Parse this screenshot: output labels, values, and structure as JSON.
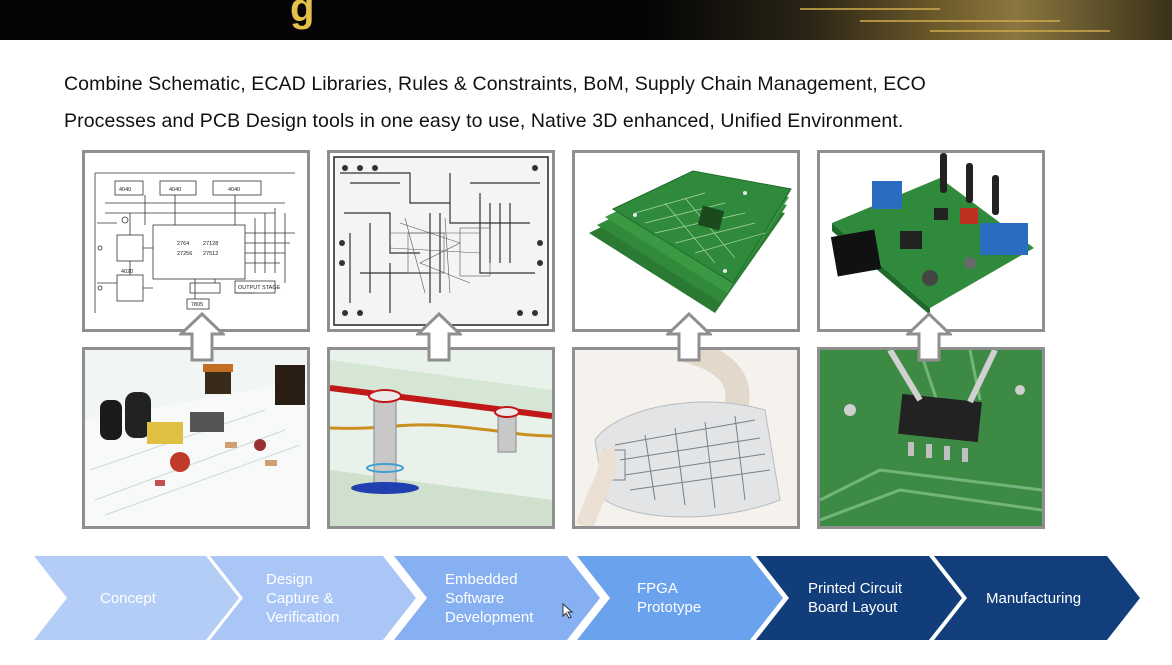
{
  "header": {
    "title_fragment": "g"
  },
  "intro": {
    "line1": "Combine Schematic, ECAD Libraries, Rules & Constraints, BoM, Supply Chain Management, ECO",
    "line2": "Processes and PCB Design tools in one easy to use, Native 3D enhanced, Unified Environment."
  },
  "schematic": {
    "labels": [
      "4040",
      "4040",
      "4040",
      "2764",
      "27128",
      "27256",
      "27512",
      "4020",
      "OUTPUT STAGE",
      "7805"
    ]
  },
  "workflow": {
    "steps": [
      {
        "lines": [
          "Concept"
        ],
        "color": "#b3cdf6"
      },
      {
        "lines": [
          "Design",
          "Capture &",
          "Verification"
        ],
        "color": "#a9c6f7"
      },
      {
        "lines": [
          "Embedded",
          "Software",
          "Development"
        ],
        "color": "#86b0f1"
      },
      {
        "lines": [
          "FPGA",
          "Prototype"
        ],
        "color": "#6ba2ee"
      },
      {
        "lines": [
          "Printed Circuit",
          "Board Layout"
        ],
        "color": "#113d7a"
      },
      {
        "lines": [
          "Manufacturing"
        ],
        "color": "#123f7c"
      }
    ]
  },
  "colors": {
    "tile_border": "#8f8f8f",
    "arrow_fill": "#ffffff",
    "pcb_green": "#2f8a3b",
    "header_gold": "#c9a64a"
  }
}
